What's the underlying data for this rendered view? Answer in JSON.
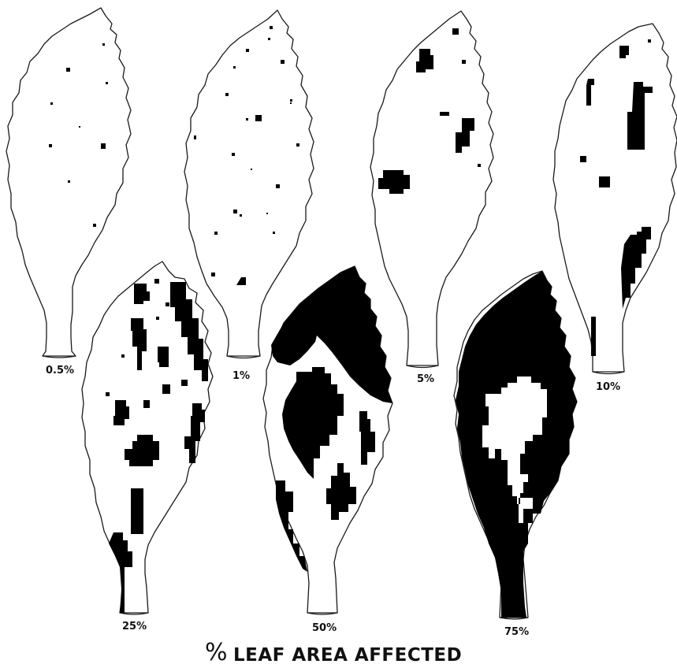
{
  "figure": {
    "title": "LEAF AREA AFFECTED",
    "title_symbol": "%",
    "colors": {
      "leaf_fill": "#ffffff",
      "leaf_outline": "#1a1a1a",
      "lesion": "#000000"
    },
    "leaves": [
      {
        "id": "leaf-0-5",
        "label": "0.5%",
        "severity_percent": 0.5
      },
      {
        "id": "leaf-1",
        "label": "1%",
        "severity_percent": 1
      },
      {
        "id": "leaf-5",
        "label": "5%",
        "severity_percent": 5
      },
      {
        "id": "leaf-10",
        "label": "10%",
        "severity_percent": 10
      },
      {
        "id": "leaf-25",
        "label": "25%",
        "severity_percent": 25
      },
      {
        "id": "leaf-50",
        "label": "50%",
        "severity_percent": 50
      },
      {
        "id": "leaf-75",
        "label": "75%",
        "severity_percent": 75
      }
    ]
  }
}
